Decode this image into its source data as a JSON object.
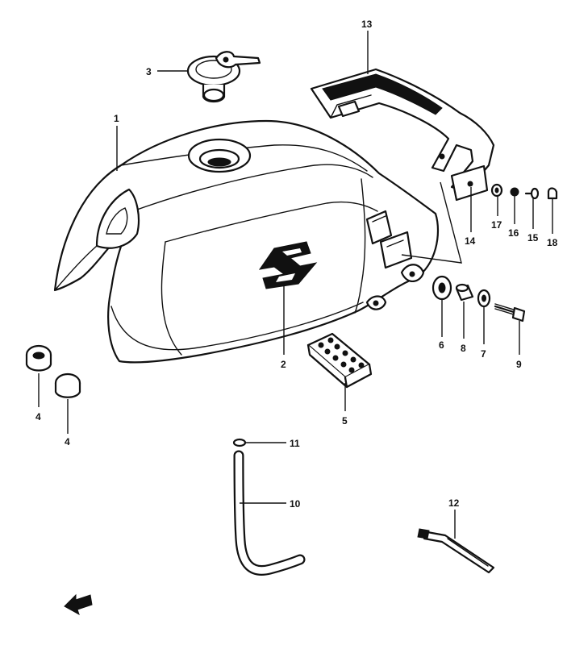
{
  "diagram": {
    "callouts": [
      {
        "id": "1",
        "text": "1"
      },
      {
        "id": "2",
        "text": "2"
      },
      {
        "id": "3",
        "text": "3"
      },
      {
        "id": "4a",
        "text": "4"
      },
      {
        "id": "4b",
        "text": "4"
      },
      {
        "id": "5",
        "text": "5"
      },
      {
        "id": "6",
        "text": "6"
      },
      {
        "id": "7",
        "text": "7"
      },
      {
        "id": "8",
        "text": "8"
      },
      {
        "id": "9",
        "text": "9"
      },
      {
        "id": "10",
        "text": "10"
      },
      {
        "id": "11",
        "text": "11"
      },
      {
        "id": "12",
        "text": "12"
      },
      {
        "id": "13",
        "text": "13"
      },
      {
        "id": "14",
        "text": "14"
      },
      {
        "id": "15",
        "text": "15"
      },
      {
        "id": "16",
        "text": "16"
      },
      {
        "id": "17",
        "text": "17"
      },
      {
        "id": "18",
        "text": "18"
      }
    ],
    "parts": [
      {
        "name": "fuel-tank"
      },
      {
        "name": "tank-emblem"
      },
      {
        "name": "fuel-cap"
      },
      {
        "name": "cushion"
      },
      {
        "name": "cap-cushion"
      },
      {
        "name": "cushion-pad"
      },
      {
        "name": "grommet"
      },
      {
        "name": "washer"
      },
      {
        "name": "spacer"
      },
      {
        "name": "bolt"
      },
      {
        "name": "breather-hose"
      },
      {
        "name": "hose-clamp"
      },
      {
        "name": "strap"
      },
      {
        "name": "rear-bracket"
      },
      {
        "name": "bracket-cushion"
      },
      {
        "name": "screw"
      },
      {
        "name": "nut"
      },
      {
        "name": "collar"
      },
      {
        "name": "cap-nut"
      }
    ]
  }
}
